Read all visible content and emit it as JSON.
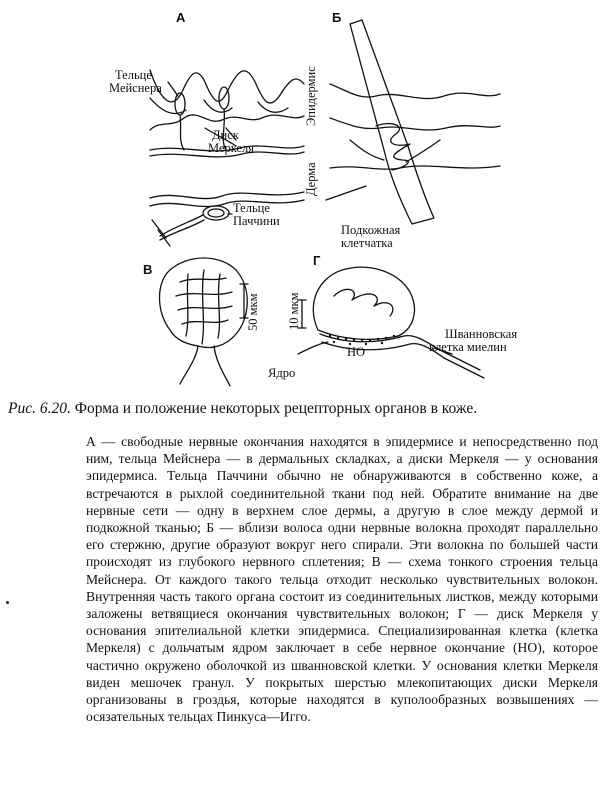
{
  "figure": {
    "panels": {
      "a": "А",
      "b": "Б",
      "v": "В",
      "g": "Г"
    },
    "labels": {
      "meissner_corpuscle": [
        "Тельце",
        "Мейснера"
      ],
      "merkel_disc": [
        "Диск",
        "Меркеля"
      ],
      "pacini_corpuscle": [
        "Тельце",
        "Паччини"
      ],
      "epidermis": "Эпидермис",
      "dermis": "Дерма",
      "subcutaneous": [
        "Подкожная",
        "клетчатка"
      ],
      "scale_b": "50 мкм",
      "scale_g": "10 мкм",
      "nerve_ending": "НО",
      "nucleus": "Ядро",
      "schwann": [
        "Шванновская",
        "клетка миелин"
      ]
    }
  },
  "caption": {
    "number": "Рис. 6.20.",
    "title": "Форма и положение некоторых рецепторных органов в коже."
  },
  "body_text": "А — свободные нервные окончания находятся в эпидермисе и непосредственно под ним, тельца Мейснера — в дермальных складках, а диски Меркеля — у основания эпидермиса. Тельца Паччини обычно не обнаруживаются в собственно коже, а встречаются в рыхлой соединительной ткани под ней. Обратите внимание на две нервные сети — одну в верхнем слое дермы, а другую в слое между дермой и подкожной тканью; Б — вблизи волоса одни нервные волокна проходят параллельно его стержню, другие образуют вокруг него спирали. Эти волокна по большей части происходят из глубокого нервного сплетения; В — схема тонкого строения тельца Мейснера. От каждого такого тельца отходит несколько чувствительных волокон. Внутренняя часть такого органа состоит из соединительных листков, между которыми заложены ветвящиеся окончания чувствительных волокон; Г — диск Меркеля у основания эпителиальной клетки эпидермиса. Специализированная клетка (клетка Меркеля) с дольчатым ядром заключает в себе нервное окончание (НО), которое частично окружено оболочкой из шванновской клетки. У основания клетки Меркеля виден мешочек гранул. У покрытых шерстью млекопитающих диски Меркеля организованы в гроздья, которые находятся в куполообразных возвышениях — осязательных тельцах Пинкуса—Игго."
}
